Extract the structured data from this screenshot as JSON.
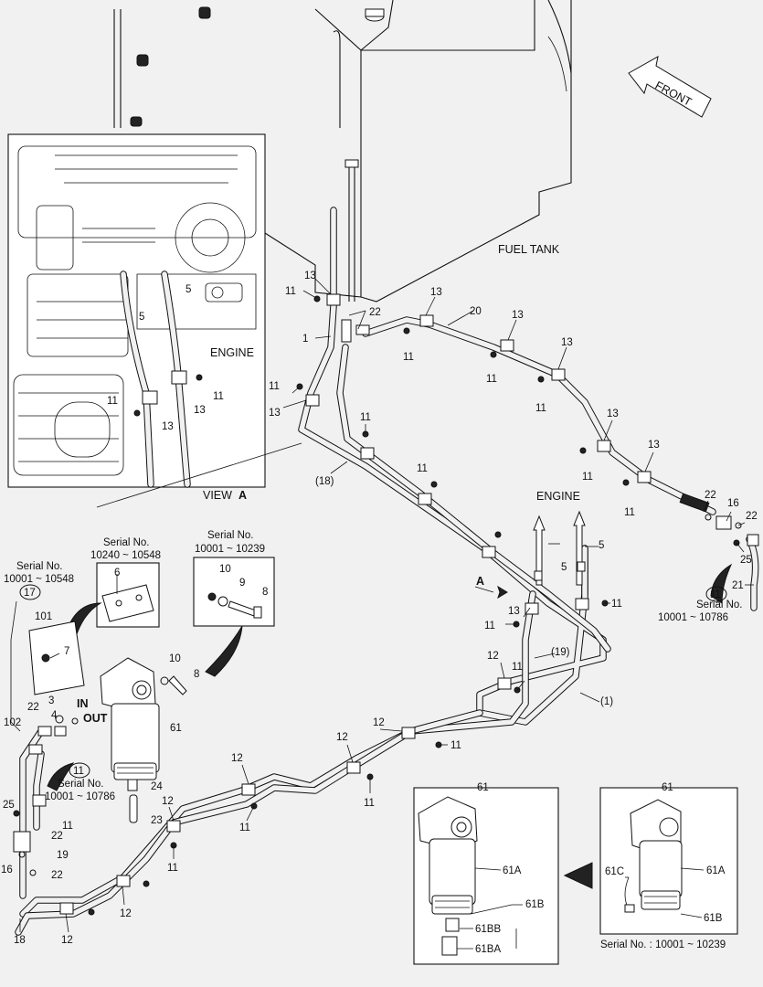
{
  "labels": {
    "front": "FRONT",
    "fuel_tank": "FUEL TANK",
    "engine_inset": "ENGINE",
    "engine_arrow": "ENGINE",
    "view_a": "VIEW",
    "view_a_letter": "A",
    "arrow_a": "A",
    "in": "IN",
    "out": "OUT"
  },
  "serials": {
    "s1_title": "Serial No.",
    "s1_range": "10240 ~ 10548",
    "s2_title": "Serial No.",
    "s2_range": "10001 ~ 10239",
    "s3_title": "Serial No.",
    "s3_range": "10001 ~ 10548",
    "s4_title": "Serial No.",
    "s4_range": "10001 ~ 10786",
    "s5_title": "Serial No.",
    "s5_range": "10001 ~ 10786",
    "s6_text": "Serial No. : 10001 ~ 10239"
  },
  "callouts": [
    {
      "id": "c1",
      "text": "13"
    },
    {
      "id": "c2",
      "text": "11"
    },
    {
      "id": "c3",
      "text": "22"
    },
    {
      "id": "c4",
      "text": "1"
    },
    {
      "id": "c5",
      "text": "13"
    },
    {
      "id": "c6",
      "text": "20"
    },
    {
      "id": "c7",
      "text": "11"
    },
    {
      "id": "c8",
      "text": "13"
    },
    {
      "id": "c9",
      "text": "11"
    },
    {
      "id": "c10",
      "text": "13"
    },
    {
      "id": "c11",
      "text": "11"
    },
    {
      "id": "c12",
      "text": "11"
    },
    {
      "id": "c13",
      "text": "13"
    },
    {
      "id": "c14",
      "text": "11"
    },
    {
      "id": "c15",
      "text": "13"
    },
    {
      "id": "c16",
      "text": "11"
    },
    {
      "id": "c17",
      "text": "13"
    },
    {
      "id": "c18",
      "text": "11"
    },
    {
      "id": "c19",
      "text": "(18)"
    },
    {
      "id": "c20",
      "text": "11"
    },
    {
      "id": "c21",
      "text": "22"
    },
    {
      "id": "c22",
      "text": "16"
    },
    {
      "id": "c23",
      "text": "22"
    },
    {
      "id": "c24",
      "text": "25"
    },
    {
      "id": "c25",
      "text": "21"
    },
    {
      "id": "c26",
      "text": "5"
    },
    {
      "id": "c27",
      "text": "5"
    },
    {
      "id": "c28",
      "text": "11"
    },
    {
      "id": "c29",
      "text": "13"
    },
    {
      "id": "c30",
      "text": "11"
    },
    {
      "id": "c31",
      "text": "(19)"
    },
    {
      "id": "c32",
      "text": "12"
    },
    {
      "id": "c33",
      "text": "11"
    },
    {
      "id": "c34",
      "text": "(1)"
    },
    {
      "id": "c35",
      "text": "12"
    },
    {
      "id": "c36",
      "text": "11"
    },
    {
      "id": "c37",
      "text": "12"
    },
    {
      "id": "c38",
      "text": "11"
    },
    {
      "id": "c39",
      "text": "12"
    },
    {
      "id": "c40",
      "text": "11"
    },
    {
      "id": "c41",
      "text": "12"
    },
    {
      "id": "c42",
      "text": "11"
    },
    {
      "id": "c43",
      "text": "12"
    },
    {
      "id": "c44",
      "text": "12"
    },
    {
      "id": "c45",
      "text": "18"
    },
    {
      "id": "c46",
      "text": "6"
    },
    {
      "id": "c47",
      "text": "10"
    },
    {
      "id": "c48",
      "text": "9"
    },
    {
      "id": "c49",
      "text": "8"
    },
    {
      "id": "c50",
      "text": "101"
    },
    {
      "id": "c51",
      "text": "7"
    },
    {
      "id": "c52",
      "text": "10"
    },
    {
      "id": "c53",
      "text": "8"
    },
    {
      "id": "c54",
      "text": "61"
    },
    {
      "id": "c55",
      "text": "3"
    },
    {
      "id": "c56",
      "text": "4"
    },
    {
      "id": "c57",
      "text": "22"
    },
    {
      "id": "c58",
      "text": "102"
    },
    {
      "id": "c59",
      "text": "24"
    },
    {
      "id": "c60",
      "text": "23"
    },
    {
      "id": "c61",
      "text": "25"
    },
    {
      "id": "c62",
      "text": "11"
    },
    {
      "id": "c63",
      "text": "22"
    },
    {
      "id": "c64",
      "text": "19"
    },
    {
      "id": "c65",
      "text": "16"
    },
    {
      "id": "c66",
      "text": "22"
    },
    {
      "id": "c67",
      "text": "5"
    },
    {
      "id": "c68",
      "text": "5"
    },
    {
      "id": "c69",
      "text": "11"
    },
    {
      "id": "c70",
      "text": "13"
    },
    {
      "id": "c71",
      "text": "13"
    },
    {
      "id": "c72",
      "text": "11"
    },
    {
      "id": "c73",
      "text": "61"
    },
    {
      "id": "c74",
      "text": "61A"
    },
    {
      "id": "c75",
      "text": "61B"
    },
    {
      "id": "c76",
      "text": "61BB"
    },
    {
      "id": "c77",
      "text": "61BA"
    },
    {
      "id": "c78",
      "text": "61"
    },
    {
      "id": "c79",
      "text": "61C"
    },
    {
      "id": "c80",
      "text": "61A"
    },
    {
      "id": "c81",
      "text": "61B"
    }
  ],
  "circled": [
    {
      "id": "k1",
      "text": "17"
    },
    {
      "id": "k2",
      "text": "11"
    },
    {
      "id": "k3",
      "text": "11"
    }
  ]
}
